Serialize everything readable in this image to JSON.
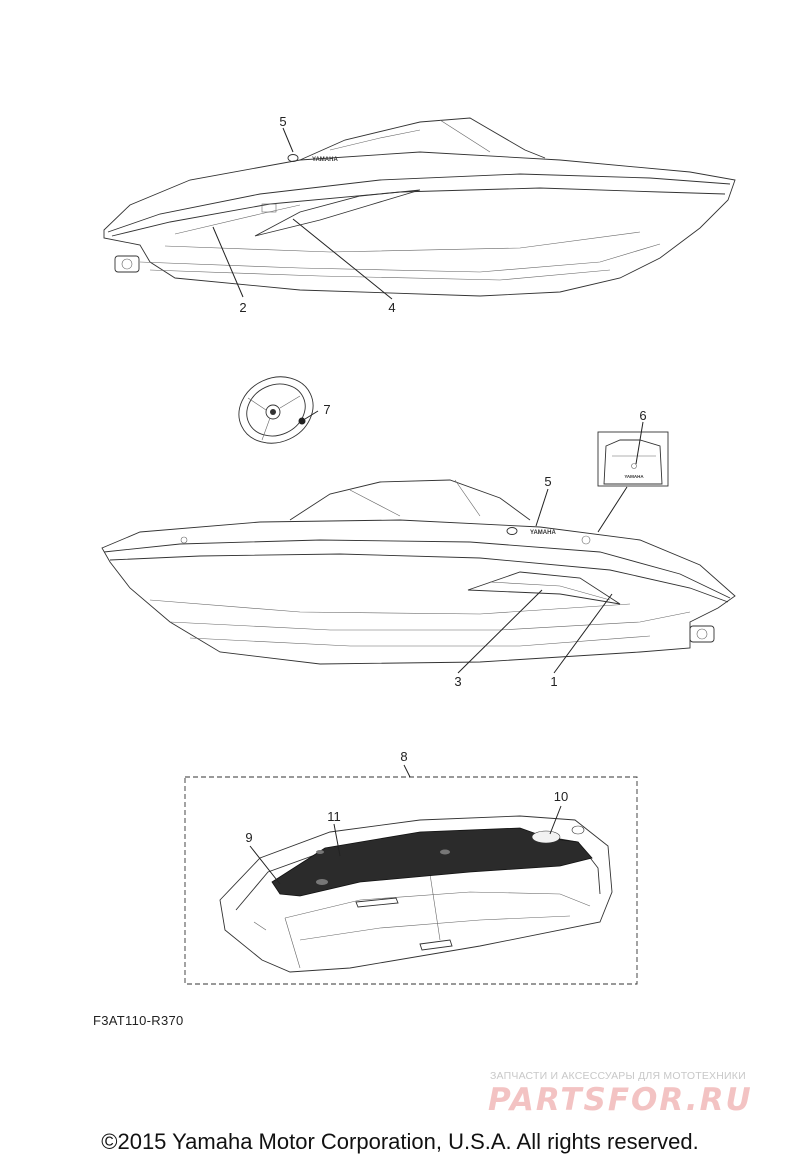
{
  "diagram": {
    "callouts": [
      "1",
      "2",
      "3",
      "4",
      "5",
      "5",
      "6",
      "7",
      "8",
      "9",
      "10",
      "11"
    ],
    "code": "F3AT110-R370",
    "brand_mark": "YAMAHA"
  },
  "watermark": {
    "tagline": "ЗАПЧАСТИ И АКСЕССУАРЫ ДЛЯ МОТОТЕХНИКИ",
    "logo": "PARTSFOR.RU"
  },
  "copyright": "©2015 Yamaha Motor Corporation, U.S.A. All rights reserved."
}
